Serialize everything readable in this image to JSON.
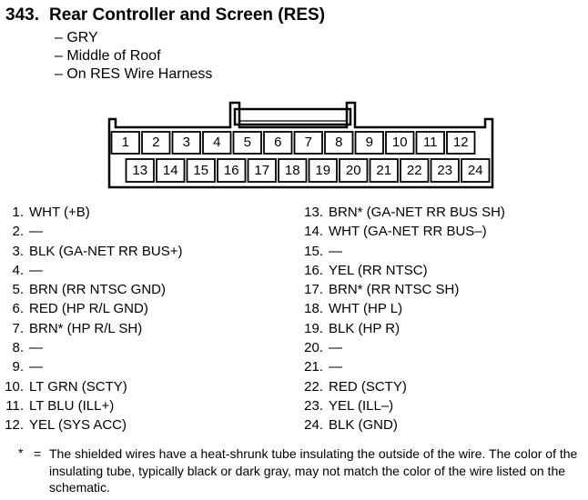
{
  "header": {
    "number": "343.",
    "title": "Rear Controller and Screen (RES)",
    "details": [
      "– GRY",
      "– Middle of Roof",
      "– On RES Wire Harness"
    ]
  },
  "connector": {
    "top_row": [
      "1",
      "2",
      "3",
      "4",
      "5",
      "6",
      "7",
      "8",
      "9",
      "10",
      "11",
      "12"
    ],
    "bottom_row": [
      "13",
      "14",
      "15",
      "16",
      "17",
      "18",
      "19",
      "20",
      "21",
      "22",
      "23",
      "24"
    ]
  },
  "pins_left": [
    {
      "n": "1.",
      "label": "WHT (+B)"
    },
    {
      "n": "2.",
      "label": "—"
    },
    {
      "n": "3.",
      "label": "BLK (GA-NET RR BUS+)"
    },
    {
      "n": "4.",
      "label": "—"
    },
    {
      "n": "5.",
      "label": "BRN (RR NTSC GND)"
    },
    {
      "n": "6.",
      "label": "RED (HP R/L GND)"
    },
    {
      "n": "7.",
      "label": "BRN* (HP R/L SH)"
    },
    {
      "n": "8.",
      "label": "—"
    },
    {
      "n": "9.",
      "label": "—"
    },
    {
      "n": "10.",
      "label": "LT GRN (SCTY)"
    },
    {
      "n": "11.",
      "label": "LT BLU (ILL+)"
    },
    {
      "n": "12.",
      "label": "YEL (SYS ACC)"
    }
  ],
  "pins_right": [
    {
      "n": "13.",
      "label": "BRN* (GA-NET RR BUS SH)"
    },
    {
      "n": "14.",
      "label": "WHT (GA-NET RR BUS–)"
    },
    {
      "n": "15.",
      "label": "—"
    },
    {
      "n": "16.",
      "label": "YEL (RR NTSC)"
    },
    {
      "n": "17.",
      "label": "BRN* (RR NTSC SH)"
    },
    {
      "n": "18.",
      "label": "WHT (HP L)"
    },
    {
      "n": "19.",
      "label": "BLK (HP R)"
    },
    {
      "n": "20.",
      "label": "—"
    },
    {
      "n": "21.",
      "label": "—"
    },
    {
      "n": "22.",
      "label": "RED (SCTY)"
    },
    {
      "n": "23.",
      "label": "YEL (ILL–)"
    },
    {
      "n": "24.",
      "label": "BLK (GND)"
    }
  ],
  "footnote": {
    "symbol": "*",
    "equals": "=",
    "text": "The shielded wires have a heat-shrunk tube insulating the outside of the wire. The color of the insulating tube, typically black or dark gray, may not match the color of the wire listed on the schematic."
  }
}
